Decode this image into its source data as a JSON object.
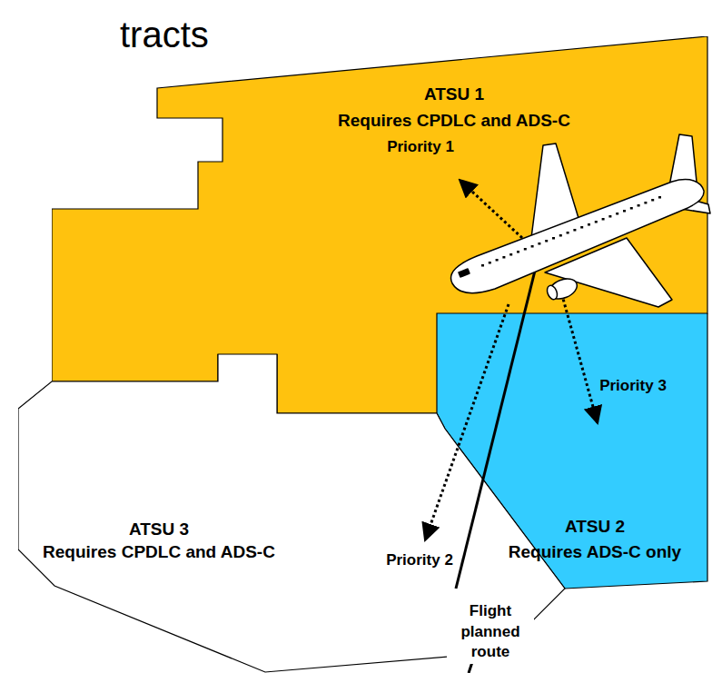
{
  "diagram": {
    "title": "tracts",
    "nodes": [
      {
        "text": [
          "ATSU 1",
          "Requires CPDLC and ADS-C"
        ]
      },
      {
        "text": [
          "ATSU 2",
          "Requires ADS-C only"
        ]
      },
      {
        "text": [
          "ATSU 3",
          "Requires CPDLC and ADS-C"
        ]
      }
    ],
    "labels": [
      "Priority 1",
      "Priority 3",
      "Priority 2",
      "Flight planned route"
    ]
  }
}
